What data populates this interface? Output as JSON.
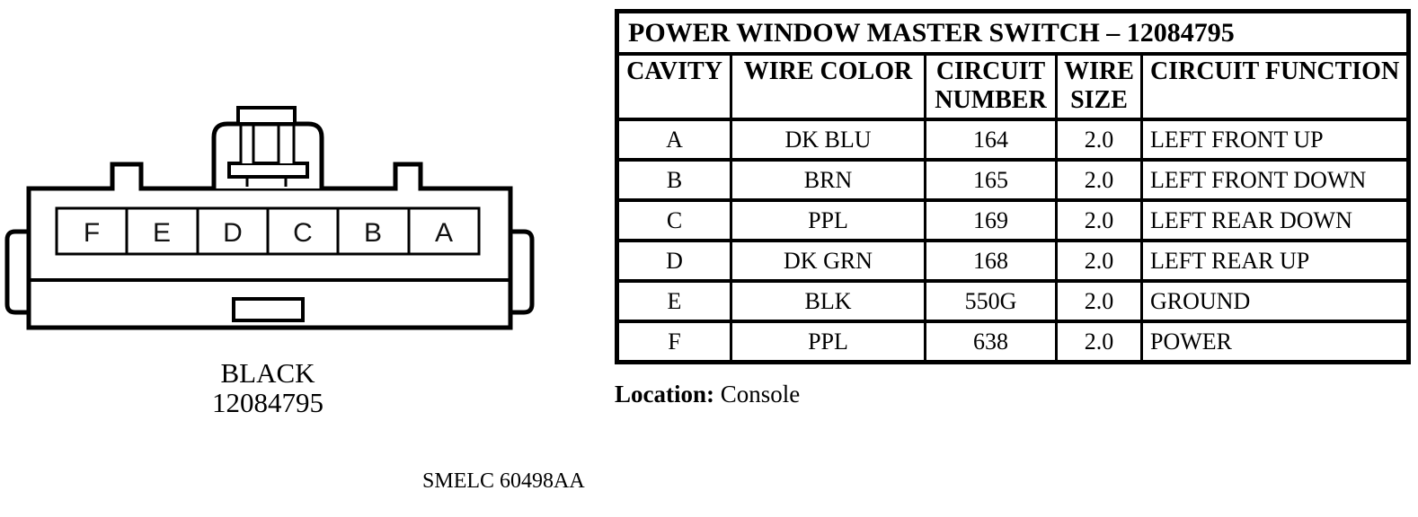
{
  "connector": {
    "cavities": [
      "F",
      "E",
      "D",
      "C",
      "B",
      "A"
    ],
    "color_label": "BLACK",
    "part_number": "12084795"
  },
  "table": {
    "title": "POWER WINDOW MASTER SWITCH – 12084795",
    "columns": [
      "CAVITY",
      "WIRE COLOR",
      "CIRCUIT NUMBER",
      "WIRE SIZE",
      "CIRCUIT FUNCTION"
    ],
    "rows": [
      {
        "cavity": "A",
        "wire_color": "DK BLU",
        "circuit_number": "164",
        "wire_size": "2.0",
        "circuit_function": "LEFT FRONT UP"
      },
      {
        "cavity": "B",
        "wire_color": "BRN",
        "circuit_number": "165",
        "wire_size": "2.0",
        "circuit_function": "LEFT FRONT DOWN"
      },
      {
        "cavity": "C",
        "wire_color": "PPL",
        "circuit_number": "169",
        "wire_size": "2.0",
        "circuit_function": "LEFT REAR DOWN"
      },
      {
        "cavity": "D",
        "wire_color": "DK GRN",
        "circuit_number": "168",
        "wire_size": "2.0",
        "circuit_function": "LEFT REAR UP"
      },
      {
        "cavity": "E",
        "wire_color": "BLK",
        "circuit_number": "550G",
        "wire_size": "2.0",
        "circuit_function": "GROUND"
      },
      {
        "cavity": "F",
        "wire_color": "PPL",
        "circuit_number": "638",
        "wire_size": "2.0",
        "circuit_function": "POWER"
      }
    ]
  },
  "location": {
    "label": "Location:",
    "value": "Console"
  },
  "footer": {
    "doc_code": "SMELC 60498AA"
  }
}
